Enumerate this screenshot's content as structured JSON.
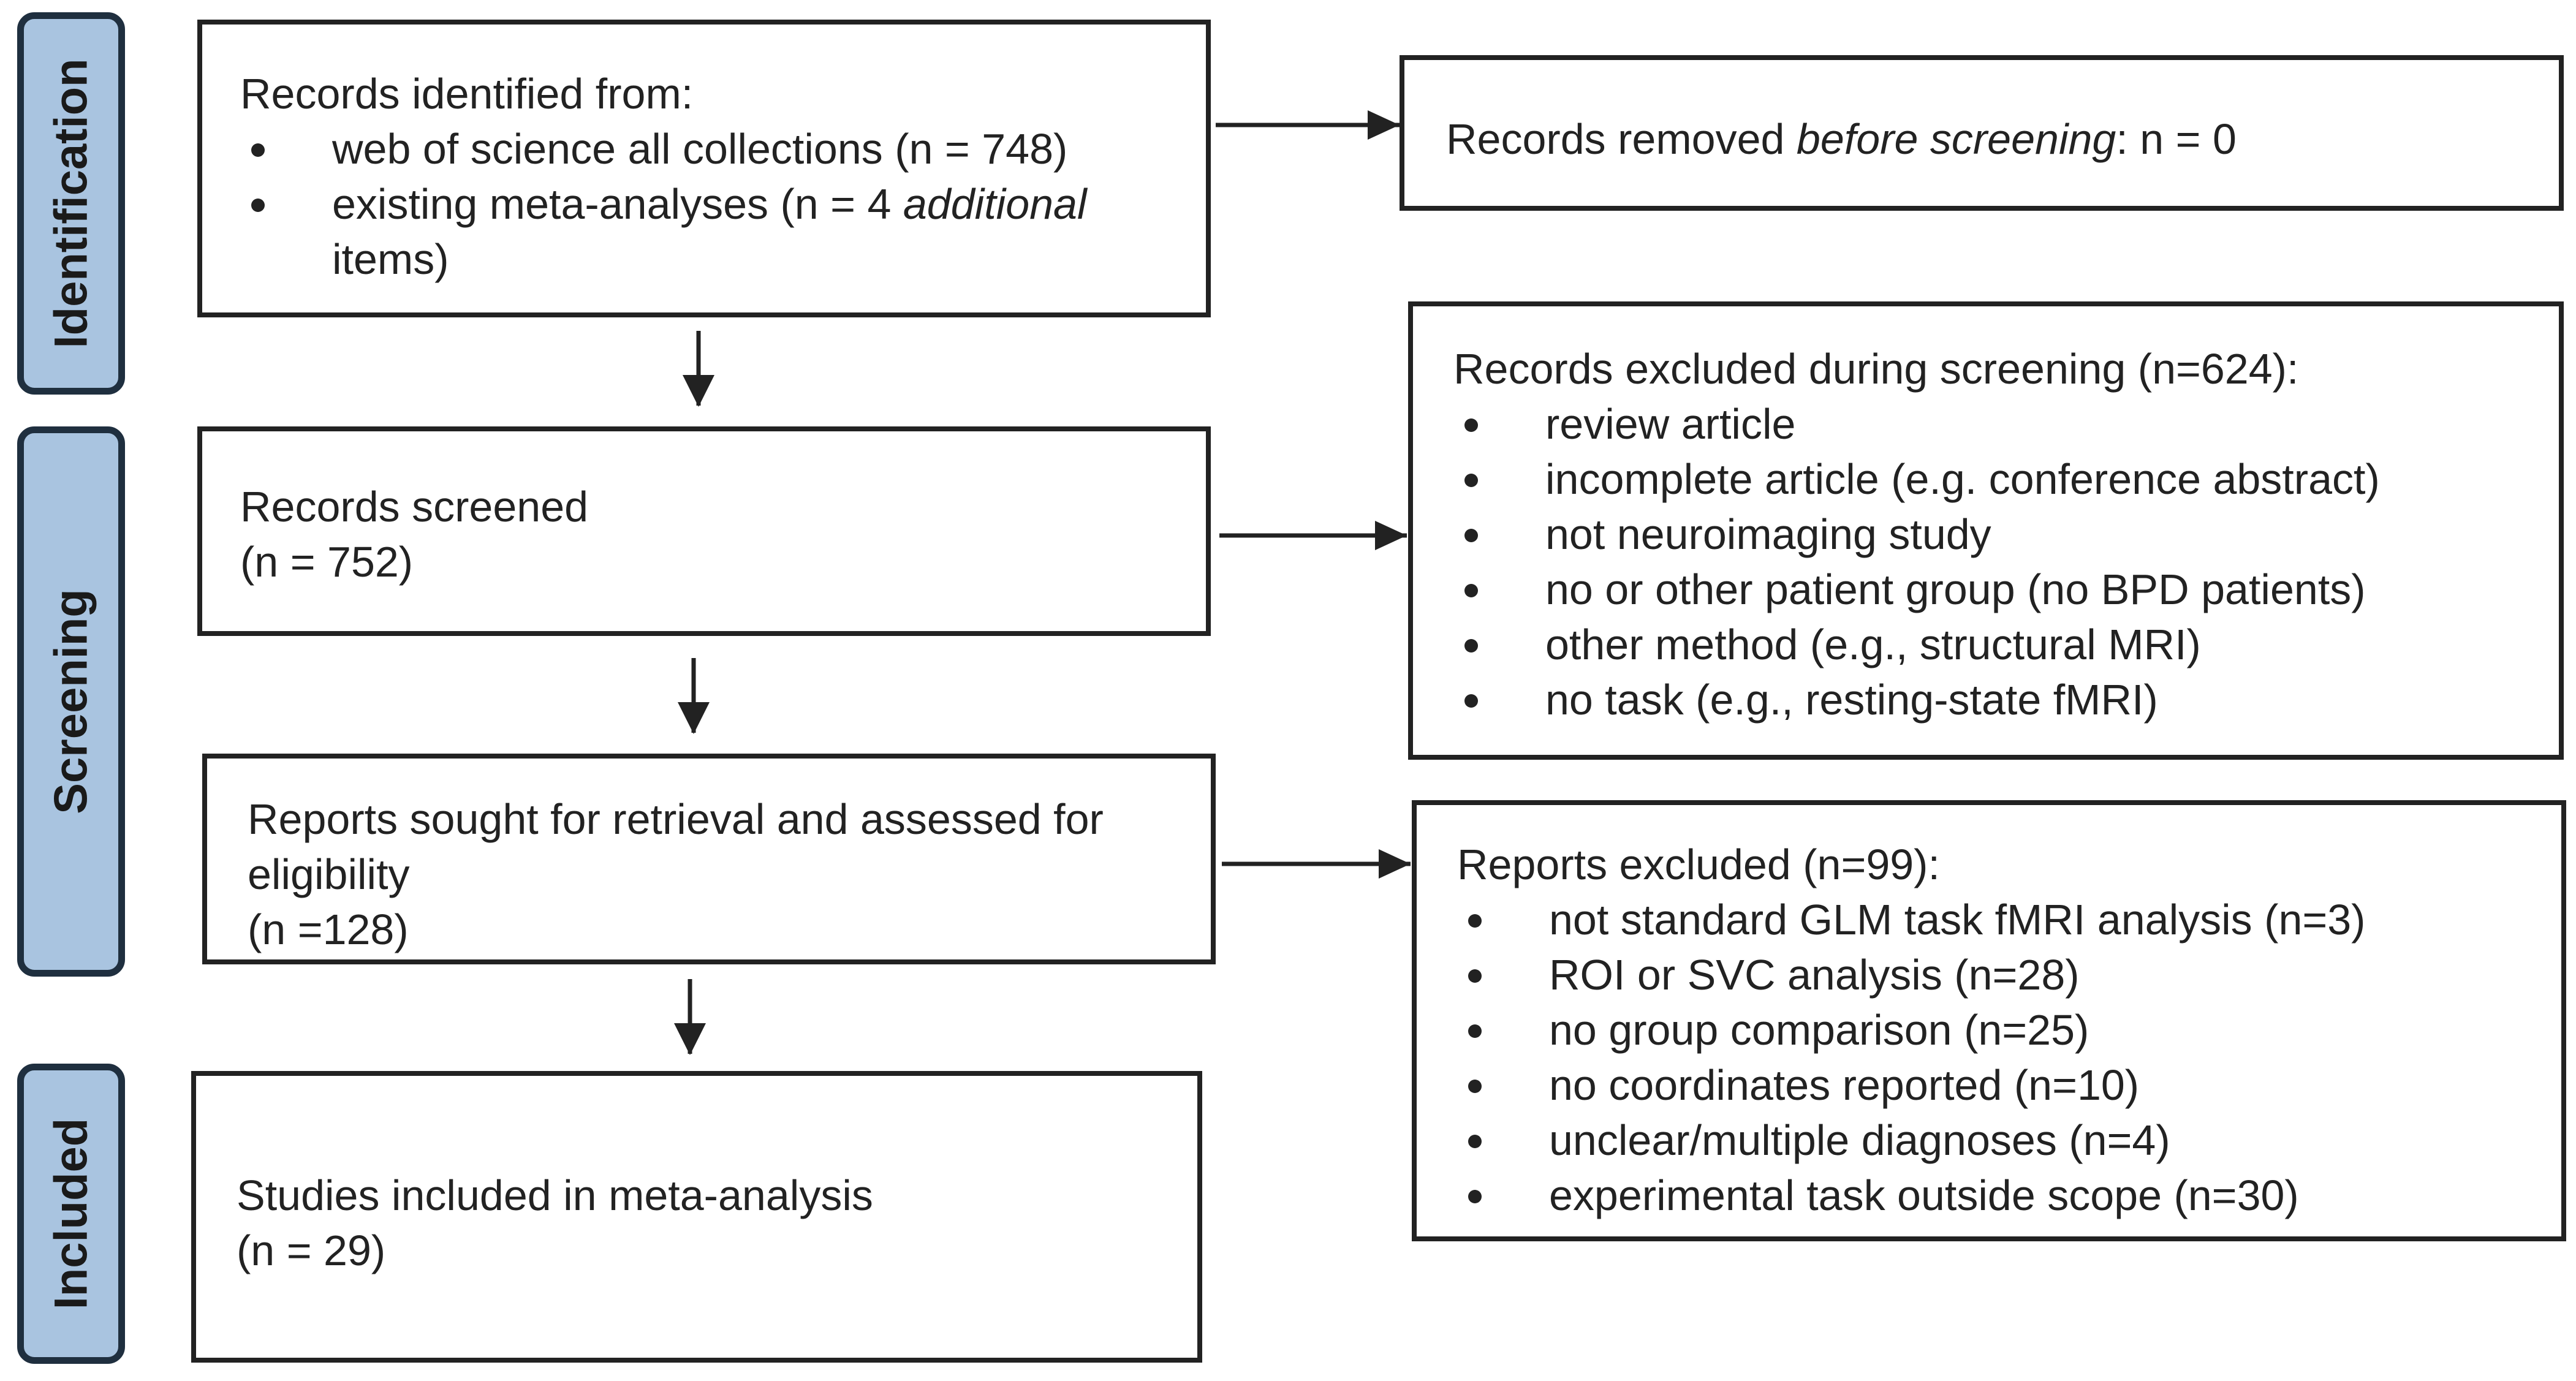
{
  "stages": {
    "identification": "Identification",
    "screening": "Screening",
    "included": "Included"
  },
  "identified": {
    "title": "Records identified from:",
    "items": [
      "web of science all collections (n = 748)",
      {
        "text": "existing meta-analyses (n = 4 ",
        "emphasis": "additional",
        "line2": "items)"
      }
    ]
  },
  "removed": {
    "prefix": "Records removed ",
    "emphasis": "before screening",
    "suffix": ": n = 0"
  },
  "screened": {
    "line1": "Records screened",
    "line2": "(n = 752)"
  },
  "excluded_screening": {
    "title": "Records excluded during screening (n=624):",
    "items": [
      "review article",
      "incomplete article (e.g. conference abstract)",
      "not neuroimaging study",
      "no or other patient group (no BPD patients)",
      "other method (e.g., structural MRI)",
      "no task (e.g., resting-state fMRI)"
    ]
  },
  "sought": {
    "line1": "Reports sought for retrieval and assessed for",
    "line2": "eligibility",
    "line3": "(n =128)"
  },
  "reports_excluded": {
    "title": "Reports excluded (n=99):",
    "items": [
      "not standard GLM task fMRI analysis (n=3)",
      "ROI or SVC analysis (n=28)",
      "no group comparison (n=25)",
      "no coordinates reported (n=10)",
      "unclear/multiple diagnoses (n=4)",
      "experimental task outside scope (n=30)"
    ]
  },
  "included": {
    "line1": "Studies included in meta-analysis",
    "line2": "(n = 29)"
  },
  "colors": {
    "stage_fill": "#a9c4e0",
    "stage_border": "#1f2f3f",
    "box_border": "#222222"
  }
}
